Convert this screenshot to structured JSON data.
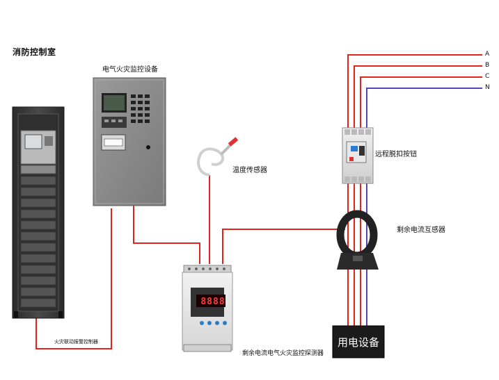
{
  "diagram": {
    "title": "消防控制室",
    "labels": {
      "monitor_unit": "电气火灾监控设备",
      "temperature_sensor": "温度传感器",
      "remote_trip_button": "远程脱扣按钮",
      "current_transformer": "剩余电流互感器",
      "detector": "剩余电流电气火灾监控探测器",
      "cabinet": "火灾联动报警控制器",
      "equipment": "用电设备"
    },
    "phases": [
      "A",
      "B",
      "C",
      "N"
    ],
    "detector_display": "8888",
    "colors": {
      "wire_red": "#e0231b",
      "wire_neutral": "#5a43b8",
      "cabinet": "#3a3a3a",
      "panel": "#8c8c8c",
      "equipment": "#1b1b1b"
    }
  }
}
